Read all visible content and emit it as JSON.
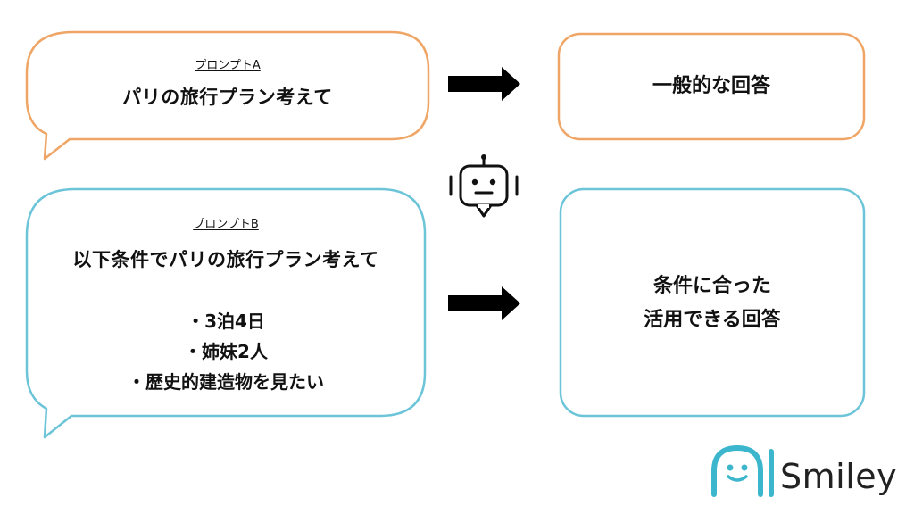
{
  "colors": {
    "prompt_a": "#EFA565",
    "prompt_b": "#6CC4D8",
    "arrow": "#000000",
    "logo": "#3CB6CC"
  },
  "prompt_a": {
    "label": "プロンプトA",
    "text": "パリの旅行プラン考えて"
  },
  "prompt_b": {
    "label": "プロンプトB",
    "text": "以下条件でパリの旅行プラン考えて",
    "conditions": [
      "・3泊4日",
      "・姉妹2人",
      "・歴史的建造物を見たい"
    ]
  },
  "answer_a": {
    "text": "一般的な回答"
  },
  "answer_b": {
    "line1": "条件に合った",
    "line2": "活用できる回答"
  },
  "icons": {
    "robot": "robot-icon",
    "arrow": "right-arrow-icon"
  },
  "logo": {
    "text": "Smiley"
  }
}
